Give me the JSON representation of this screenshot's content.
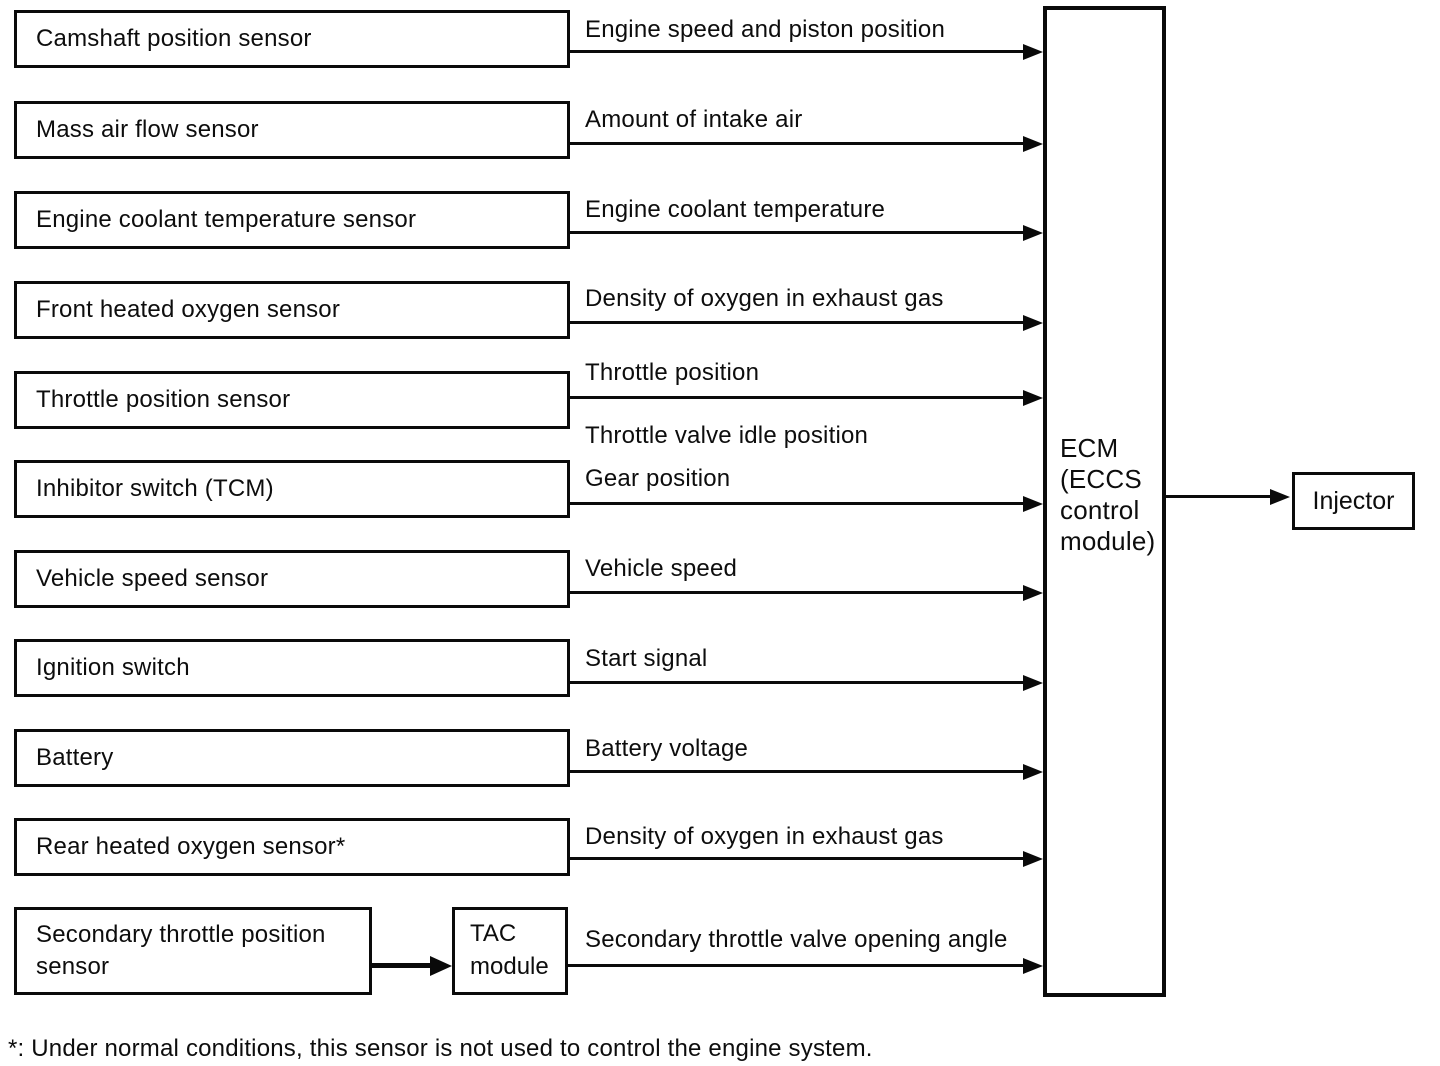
{
  "rows": [
    {
      "sensor": "Camshaft position sensor",
      "signal": "Engine speed and piston position"
    },
    {
      "sensor": "Mass air flow sensor",
      "signal": "Amount of intake air"
    },
    {
      "sensor": "Engine coolant temperature sensor",
      "signal": "Engine coolant temperature"
    },
    {
      "sensor": "Front heated oxygen sensor",
      "signal": "Density of oxygen in exhaust gas"
    },
    {
      "sensor": "Throttle position sensor",
      "signal": "Throttle position",
      "signal2": "Throttle valve idle position"
    },
    {
      "sensor": "Inhibitor switch (TCM)",
      "signal": "Gear position"
    },
    {
      "sensor": "Vehicle speed sensor",
      "signal": "Vehicle speed"
    },
    {
      "sensor": "Ignition switch",
      "signal": "Start signal"
    },
    {
      "sensor": "Battery",
      "signal": "Battery voltage"
    },
    {
      "sensor": "Rear heated oxygen sensor*",
      "signal": "Density of oxygen in exhaust gas"
    },
    {
      "sensor": "Secondary throttle position sensor",
      "signal": "Secondary throttle valve opening angle"
    }
  ],
  "ecm": {
    "lines": [
      "ECM",
      "(ECCS",
      "control",
      "module)"
    ]
  },
  "tac": {
    "lines": [
      "TAC",
      "module"
    ]
  },
  "injector": {
    "label": "Injector"
  },
  "footnote": "*: Under normal conditions, this sensor is not used to control the engine system."
}
